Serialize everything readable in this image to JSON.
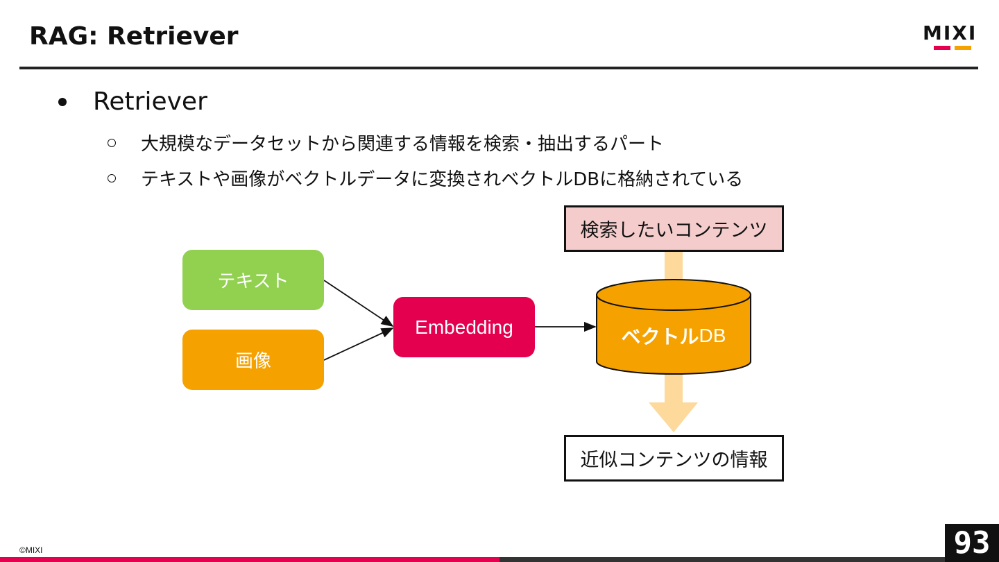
{
  "slide": {
    "title": "RAG: Retriever",
    "page_number": "93",
    "copyright": "©MIXI"
  },
  "logo": {
    "text": "MIXI",
    "bar_colors": [
      "#e4004f",
      "#f5a100"
    ]
  },
  "bullets": {
    "main": "Retriever",
    "sub": [
      "大規模なデータセットから関連する情報を検索・抽出するパート",
      "テキストや画像がベクトルデータに変換されベクトルDBに格納されている"
    ]
  },
  "diagram": {
    "inputs": [
      {
        "label": "テキスト",
        "color": "#92d050"
      },
      {
        "label": "画像",
        "color": "#f5a100"
      }
    ],
    "embedding": {
      "label": "Embedding",
      "color": "#e4004f"
    },
    "database": {
      "label_jp": "ベクトル",
      "label_en": "DB",
      "color": "#f5a100"
    },
    "query": {
      "label": "検索したいコンテンツ",
      "color": "#f4cccc"
    },
    "result": {
      "label": "近似コンテンツの情報"
    },
    "flow_arrow_color": "#fdd99b"
  }
}
